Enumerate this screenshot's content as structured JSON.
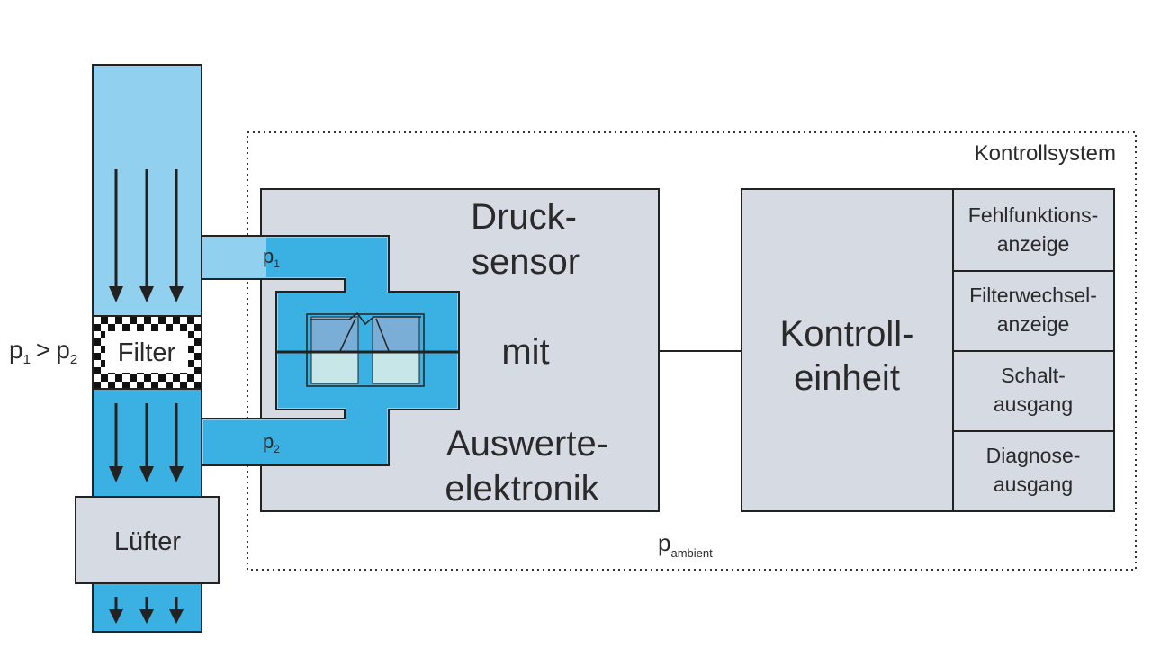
{
  "diagram": {
    "control_system_label": "Kontrollsystem",
    "pressure_relation": {
      "p1": "p",
      "p1_sub": "1",
      "gt": ">",
      "p2": "p",
      "p2_sub": "2"
    },
    "filter_label": "Filter",
    "fan_label": "Lüfter",
    "p1_label": {
      "main": "p",
      "sub": "1"
    },
    "p2_label": {
      "main": "p",
      "sub": "2"
    },
    "sensor_box": {
      "line1": "Druck-",
      "line2": "sensor",
      "line3": "mit",
      "line4": "Auswerte-",
      "line5": "elektronik"
    },
    "control_unit": {
      "line1": "Kontroll-",
      "line2": "einheit"
    },
    "outputs": [
      {
        "line1": "Fehlfunktions-",
        "line2": "anzeige"
      },
      {
        "line1": "Filterwechsel-",
        "line2": "anzeige"
      },
      {
        "line1": "Schalt-",
        "line2": "ausgang"
      },
      {
        "line1": "Diagnose-",
        "line2": "ausgang"
      }
    ],
    "ambient_label": {
      "main": "p",
      "sub": "ambient"
    },
    "colors": {
      "duct_light": "#92d0ef",
      "duct_dark": "#3ab1e2",
      "box_fill": "#d5dae3",
      "membrane_top": "#7aaed6",
      "membrane_bottom": "#c7e6e8"
    }
  }
}
